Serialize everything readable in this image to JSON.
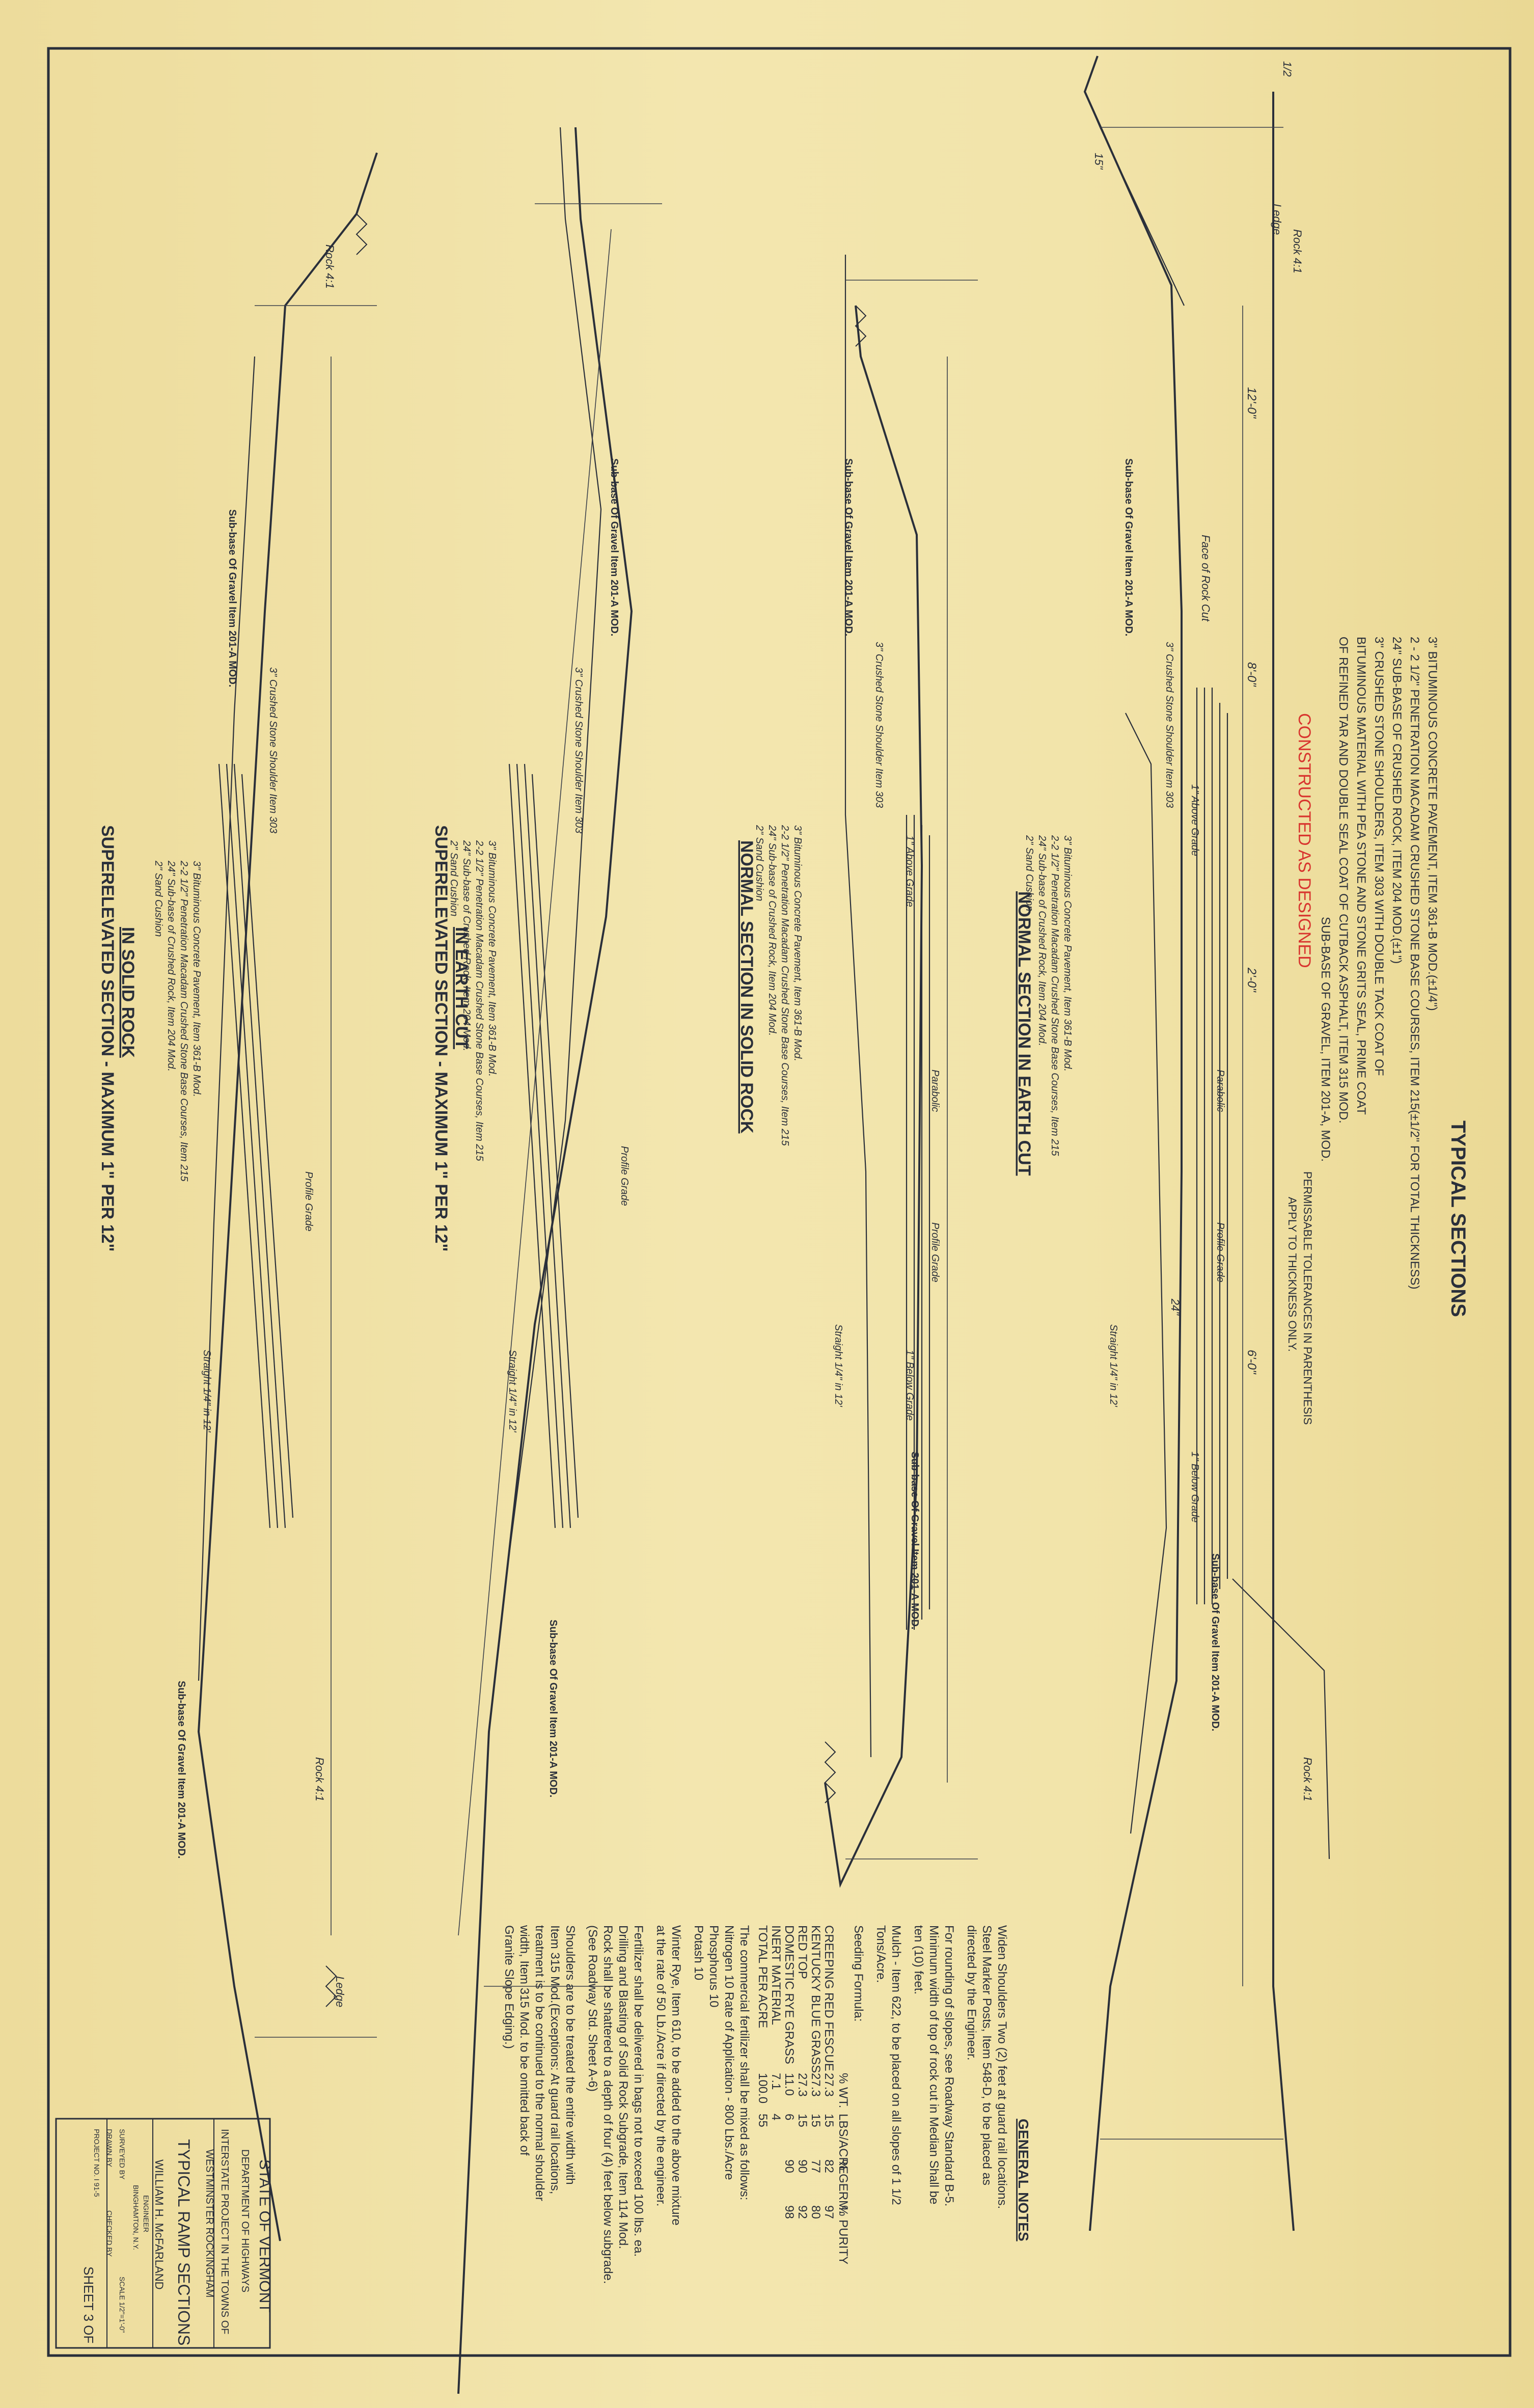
{
  "header": {
    "title": "TYPICAL SECTIONS",
    "items": [
      "3\" BITUMINOUS CONCRETE PAVEMENT, ITEM 361-B MOD.(±1/4\")",
      "2 - 2 1/2\" PENETRATION MACADAM CRUSHED STONE BASE COURSES, ITEM 215(±1/2\" FOR TOTAL THICKNESS)",
      "24\" SUB-BASE OF CRUSHED ROCK, ITEM 204 MOD.(±1\")",
      "3\" CRUSHED STONE SHOULDERS, ITEM 303 WITH DOUBLE TACK COAT OF",
      "BITUMINOUS MATERIAL WITH PEA STONE AND STONE GRITS SEAL, PRIME COAT",
      "OF REFINED TAR AND DOUBLE SEAL COAT OF CUTBACK ASPHALT, ITEM 315 MOD.",
      "SUB-BASE OF GRAVEL, ITEM 201-A, MOD."
    ],
    "constructed": "CONSTRUCTED AS DESIGNED",
    "tolerance": [
      "PERMISSABLE TOLERANCES IN PARENTHESIS",
      "APPLY TO THICKNESS ONLY."
    ]
  },
  "sections": [
    {
      "title": "NORMAL SECTION IN EARTH CUT",
      "subtitle": ""
    },
    {
      "title": "NORMAL SECTION IN SOLID ROCK",
      "subtitle": ""
    },
    {
      "title": "SUPERELEVATED SECTION - MAXIMUM 1\" PER 12\"",
      "subtitle": "IN EARTH CUT"
    },
    {
      "title": "SUPERELEVATED SECTION - MAXIMUM 1\" PER 12\"",
      "subtitle": "IN SOLID ROCK"
    }
  ],
  "labels": {
    "slope": "1/2",
    "rock_slope": "Rock 4:1",
    "ledge": "Ledge",
    "straight": "Straight 1/4\" in 12'",
    "face_of_rock": "Face of Rock Cut",
    "sub_base_gravel": "Sub-base Of Gravel Item 201-A MOD.",
    "crushed_stone_shoulder": "3\" Crushed Stone Shoulder Item 303",
    "above_grade": "1\" Above Grade",
    "below_grade": "1\" Below Grade",
    "profile_grade": "Profile Grade",
    "parabolic": "Parabolic",
    "dims": [
      "2'-0\"",
      "12'-0\"",
      "8'-0\"",
      "6'-0\"",
      "24\"",
      "15\""
    ],
    "layer_notes": [
      "3\" Bituminous Concrete Pavement, Item 361-B Mod.",
      "2-2 1/2\" Penetration Macadam Crushed Stone Base Courses, Item 215",
      "24\" Sub-base of Crushed Rock, Item 204 Mod.",
      "2\" Sand Cushion"
    ]
  },
  "general_notes": {
    "title": "GENERAL NOTES",
    "lines": [
      "Widen Shoulders Two (2) feet at guard rail locations.",
      "Steel Marker Posts, Item 548-D, to be placed as",
      "directed by the Engineer.",
      "For rounding of slopes, see Roadway Standard B-5.",
      "Minimum width of top of rock cut in Median Shall be",
      "ten (10) feet.",
      "Mulch - Item 622, to be placed on all slopes of 1 1/2",
      "Tons/Acre.",
      "Seeding Formula:",
      "The commercial fertilizer shall be mixed as follows:",
      "Nitrogen 10   Rate of Application - 800 Lbs./Acre",
      "Phosphorus 10",
      "Potash 10",
      "Winter Rye, Item 610, to be added to the above mixture",
      "at the rate of 50 Lb./Acre if directed by the engineer.",
      "Fertilizer shall be delivered in bags not to exceed 100 lbs. ea.",
      "Drilling and Blasting of Solid Rock Subgrade, Item 114 Mod.",
      "Rock shall be shattered to a depth of four (4) feet below subgrade.",
      "(See Roadway Std. Sheet A-6)",
      "Shoulders are to be treated the entire width with",
      "Item 315 Mod.(Exceptions: At guard rail locations,",
      "treatment is to be continued to the normal shoulder",
      "width, Item 315 Mod. to be omitted back of",
      "Granite Slope Edging.)"
    ],
    "seed_header": [
      "",
      "% WT.",
      "LBS/ACRE",
      "% GERM.",
      "% PURITY"
    ],
    "seed_rows": [
      [
        "CREEPING RED FESCUE",
        "27.3",
        "15",
        "82",
        "97"
      ],
      [
        "KENTUCKY BLUE GRASS",
        "27.3",
        "15",
        "77",
        "80"
      ],
      [
        "RED TOP",
        "27.3",
        "15",
        "90",
        "92"
      ],
      [
        "DOMESTIC RYE GRASS",
        "11.0",
        "6",
        "90",
        "98"
      ],
      [
        "INERT MATERIAL",
        "7.1",
        "4",
        "",
        ""
      ],
      [
        "TOTAL PER ACRE",
        "100.0",
        "55",
        "",
        ""
      ]
    ]
  },
  "title_block": {
    "state": "STATE OF VERMONT",
    "dept": "DEPARTMENT OF HIGHWAYS",
    "project": "INTERSTATE PROJECT IN THE TOWNS OF",
    "towns": "WESTMINSTER  ROCKINGHAM",
    "sheet_title": "TYPICAL RAMP SECTIONS",
    "engineer": "WILLIAM H. McFARLAND",
    "eng_role": "ENGINEER",
    "city": "BINGHAMTON, N.Y.",
    "surveyed": "SURVEYED BY",
    "drawn": "DRAWN BY",
    "checked": "CHECKED BY",
    "scale": "SCALE 1/2\"=1'-0\"",
    "project_no": "PROJECT NO. I 91-5",
    "sheet": "SHEET 3  OF"
  }
}
